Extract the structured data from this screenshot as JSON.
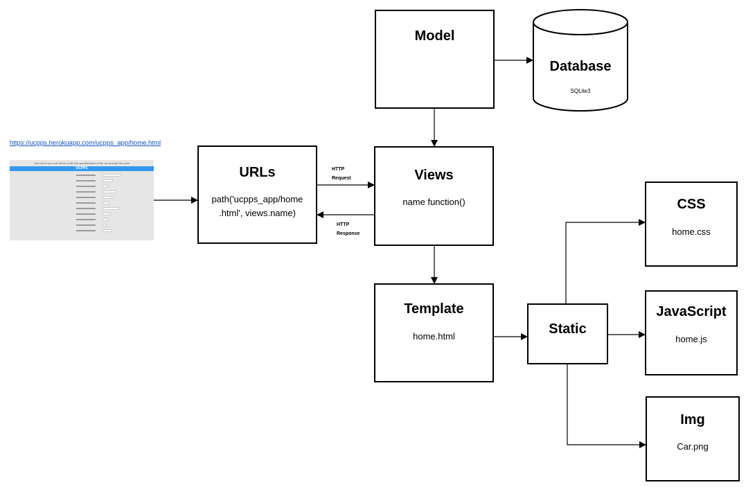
{
  "link": {
    "url": "https://ucpps.herokuapp.com/ucpps_app/home.html"
  },
  "thumbnail": {
    "header_text": "Use tool to your car below, enter the specifications of the car and get the price",
    "app_title": "UCPPS"
  },
  "boxes": {
    "urls": {
      "title": "URLs",
      "line1": "path('ucpps_app/home",
      "line2": ".html', views.name)"
    },
    "views": {
      "title": "Views",
      "sub": "name function()"
    },
    "model": {
      "title": "Model"
    },
    "database": {
      "title": "Database",
      "sub": "SQLite3"
    },
    "template": {
      "title": "Template",
      "sub": "home.html"
    },
    "static": {
      "title": "Static"
    },
    "css": {
      "title": "CSS",
      "sub": "home.css"
    },
    "javascript": {
      "title": "JavaScript",
      "sub": "home.js"
    },
    "img": {
      "title": "Img",
      "sub": "Car.png"
    }
  },
  "labels": {
    "request_line1": "HTTP",
    "request_line2": "Request",
    "response_line1": "HTTP",
    "response_line2": "Response"
  }
}
